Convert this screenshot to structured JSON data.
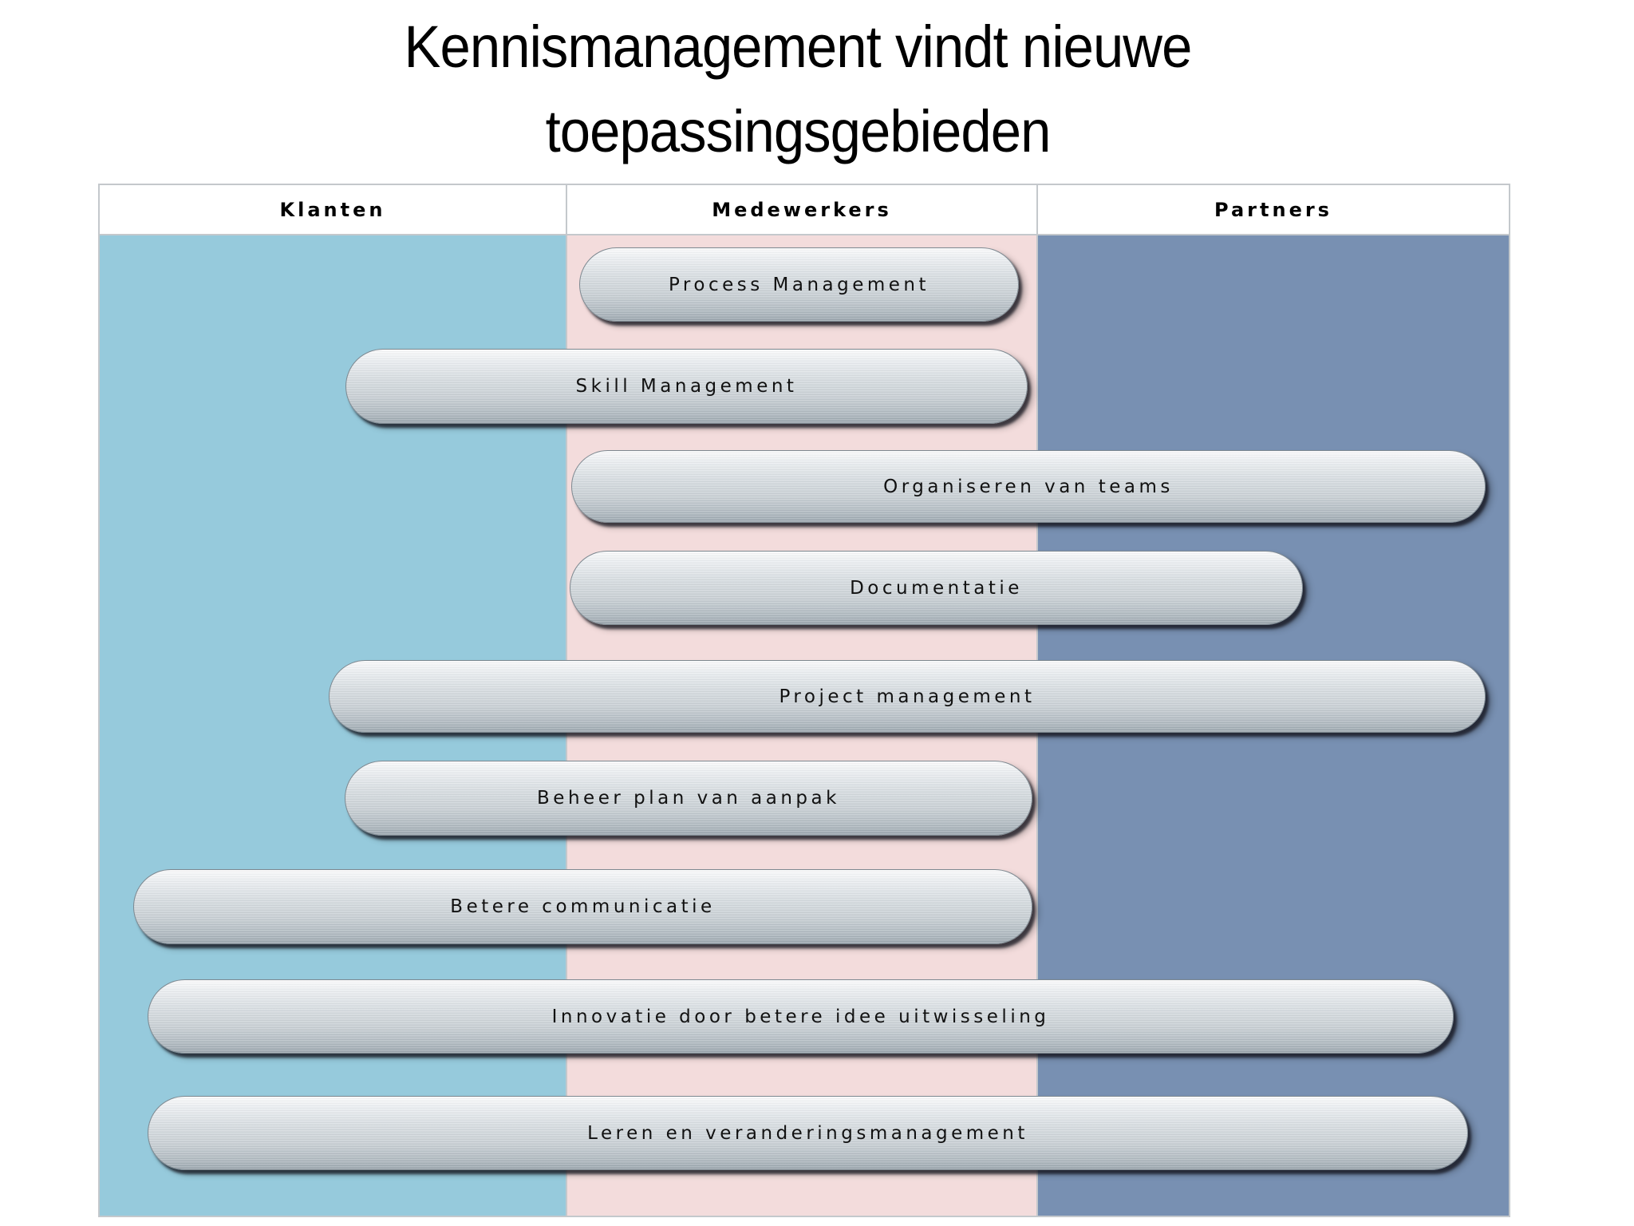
{
  "title": {
    "line1": "Kennismanagement vindt nieuwe",
    "line2": "toepassingsgebieden"
  },
  "columns": [
    {
      "label": "Klanten",
      "color": "#96cadc"
    },
    {
      "label": "Medewerkers",
      "color": "#f3dcdc"
    },
    {
      "label": "Partners",
      "color": "#7890b2"
    }
  ],
  "items": [
    {
      "label": "Process Management",
      "spans": [
        "Medewerkers"
      ]
    },
    {
      "label": "Skill Management",
      "spans": [
        "Klanten",
        "Medewerkers"
      ]
    },
    {
      "label": "Organiseren van teams",
      "spans": [
        "Medewerkers",
        "Partners"
      ]
    },
    {
      "label": "Documentatie",
      "spans": [
        "Medewerkers",
        "Partners"
      ]
    },
    {
      "label": "Project management",
      "spans": [
        "Klanten",
        "Medewerkers",
        "Partners"
      ]
    },
    {
      "label": "Beheer plan van aanpak",
      "spans": [
        "Klanten",
        "Medewerkers"
      ]
    },
    {
      "label": "Betere communicatie",
      "spans": [
        "Klanten",
        "Medewerkers"
      ]
    },
    {
      "label": "Innovatie door betere idee uitwisseling",
      "spans": [
        "Klanten",
        "Medewerkers",
        "Partners"
      ]
    },
    {
      "label": "Leren en veranderingsmanagement",
      "spans": [
        "Klanten",
        "Medewerkers",
        "Partners"
      ]
    }
  ]
}
